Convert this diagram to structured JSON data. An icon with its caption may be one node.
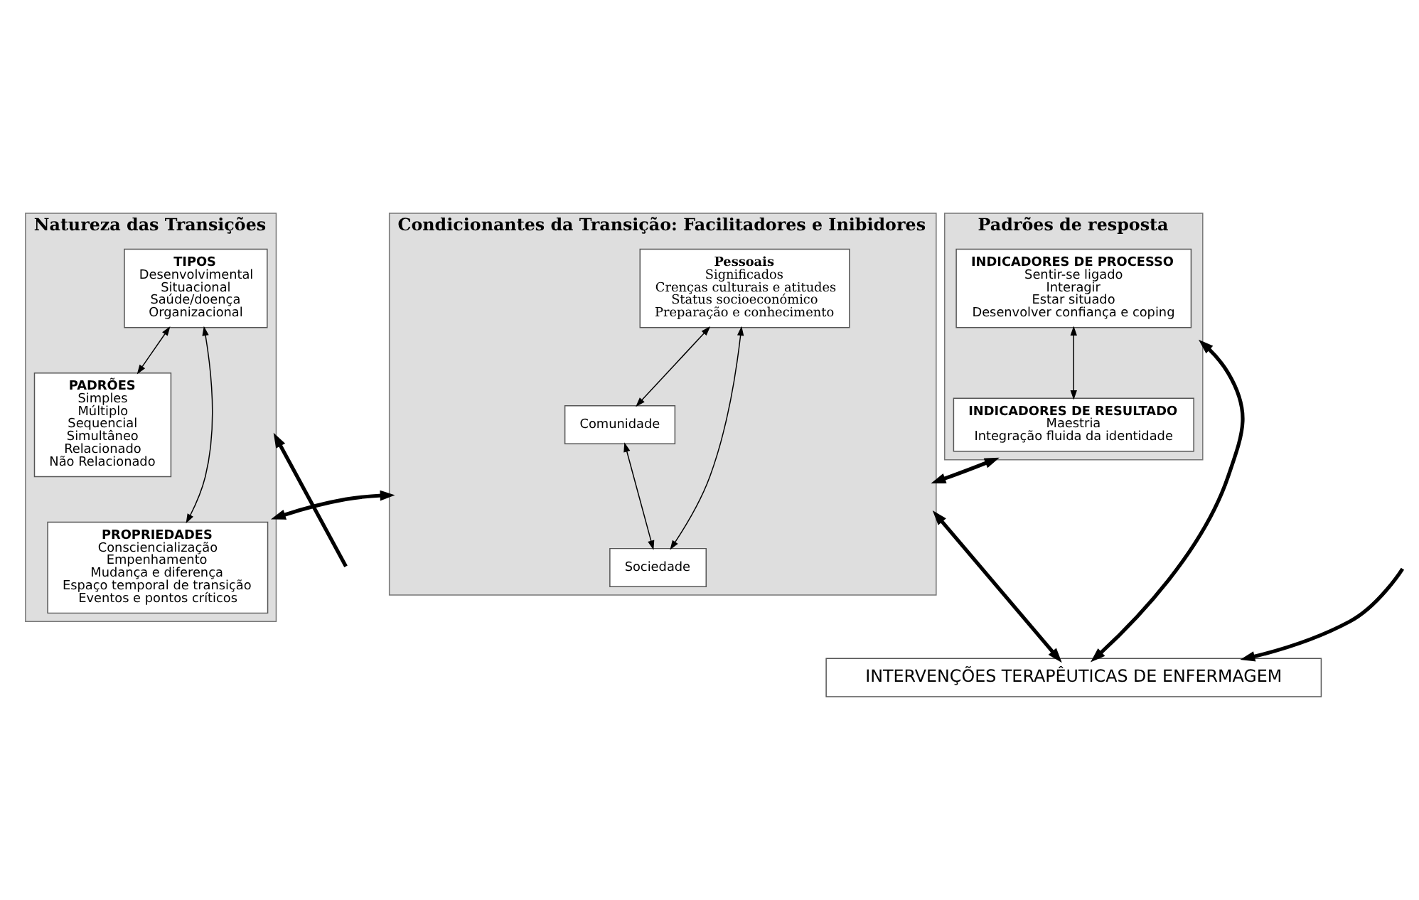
{
  "diagram": {
    "nodes": [
      {
        "text": [
          "Natureza das Transições"
        ]
      },
      {
        "text": [
          "TIPOS",
          "Desenvolvimental",
          "Situacional",
          "Saúde/doença",
          "Organizacional"
        ],
        "in": 0
      },
      {
        "text": [
          "PADRÕES",
          "Simples",
          "Múltiplo",
          "Sequencial",
          "Simultâneo",
          "Relacionado",
          "Não Relacionado"
        ],
        "in": 0
      },
      {
        "text": [
          "PROPRIEDADES",
          "Consciencialização",
          "Empenhamento",
          "Mudança e diferença",
          "Espaço temporal de transição",
          "Eventos e pontos críticos"
        ],
        "in": 0
      },
      {
        "text": [
          "Condicionantes da Transição: Facilitadores e Inibidores"
        ]
      },
      {
        "text": [
          "Pessoais",
          "Significados",
          "Crenças culturais e atitudes",
          "Status socioeconómico",
          "Preparação e conhecimento"
        ],
        "in": 4
      },
      {
        "text": [
          "Comunidade"
        ],
        "in": 4
      },
      {
        "text": [
          "Sociedade"
        ],
        "in": 4
      },
      {
        "text": [
          "Padrões de resposta"
        ]
      },
      {
        "text": [
          "INDICADORES DE PROCESSO",
          "Sentir-se ligado",
          "Interagir",
          "Estar situado",
          "Desenvolver confiança e coping"
        ],
        "in": 8
      },
      {
        "text": [
          "INDICADORES DE RESULTADO",
          "Maestria",
          "Integração fluida da identidade"
        ],
        "in": 8
      },
      {
        "text": [
          "INTERVENÇÕES TERAPÊUTICAS DE ENFERMAGEM"
        ]
      }
    ],
    "edges": [
      {
        "from": 1,
        "to": 2,
        "arrow": "both"
      },
      {
        "from": 1,
        "to": 3,
        "arrow": "both"
      },
      {
        "from": 4,
        "to": 0,
        "arrow": "both",
        "style": "thick"
      },
      {
        "from": 5,
        "to": 6,
        "arrow": "both"
      },
      {
        "from": 5,
        "to": 7,
        "arrow": "both"
      },
      {
        "from": 6,
        "to": 7,
        "arrow": "both"
      },
      {
        "from": 4,
        "to": 8,
        "arrow": "both",
        "style": "thick"
      },
      {
        "from": 9,
        "to": 10,
        "arrow": "both"
      },
      {
        "from": 4,
        "to": 11,
        "arrow": "both",
        "style": "thick"
      },
      {
        "from": 8,
        "to": 11,
        "arrow": "both",
        "style": "thick"
      },
      {
        "from": null,
        "to": 0,
        "arrow": "to",
        "style": "thick"
      },
      {
        "from": null,
        "to": 11,
        "arrow": "to",
        "style": "thick"
      }
    ]
  }
}
